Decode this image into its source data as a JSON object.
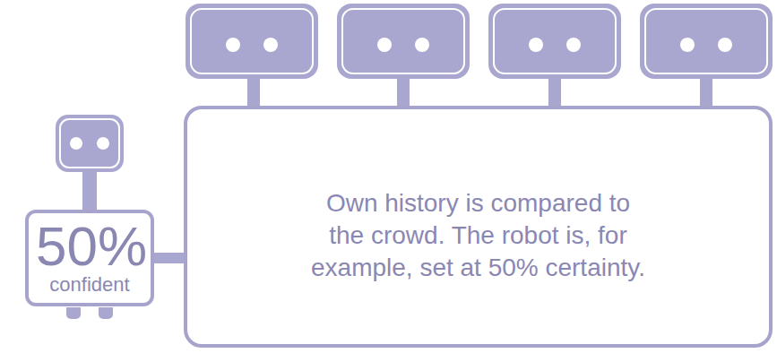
{
  "diagram": {
    "nodes": [
      {
        "text": [
          "50%",
          "confident"
        ]
      },
      {
        "text": [
          "Own history is compared to the crowd. The robot is, for example, set at 50% certainty."
        ]
      }
    ],
    "edges": [
      {
        "from": 0,
        "to": 1,
        "arrow": "none"
      }
    ]
  }
}
